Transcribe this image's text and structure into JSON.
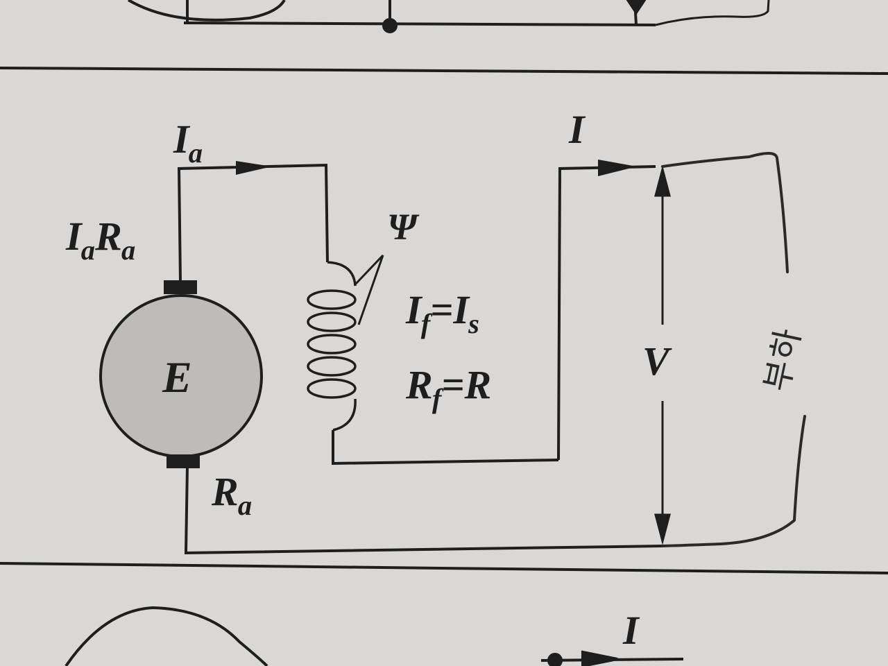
{
  "labels": {
    "armature_current": "I",
    "armature_current_sub": "a",
    "armature_drop_I": "I",
    "armature_drop_I_sub": "a",
    "armature_drop_R": "R",
    "armature_drop_R_sub": "a",
    "flux": "Ψ",
    "field_current_lhs": "I",
    "field_current_lhs_sub": "f",
    "field_current_eq": "=",
    "field_current_rhs": "I",
    "field_current_rhs_sub": "s",
    "field_resistance_lhs": "R",
    "field_resistance_lhs_sub": "f",
    "field_resistance_eq": "=",
    "field_resistance_rhs": "R",
    "emf": "E",
    "armature_resistance": "R",
    "armature_resistance_sub": "a",
    "line_current": "I",
    "terminal_voltage": "V",
    "bottom_current": "I"
  },
  "handwritten": {
    "load_note": "부하"
  },
  "colors": {
    "paper": "#d9d8d6",
    "ink": "#1e1e1e",
    "generator_fill": "#bdbcb8"
  }
}
